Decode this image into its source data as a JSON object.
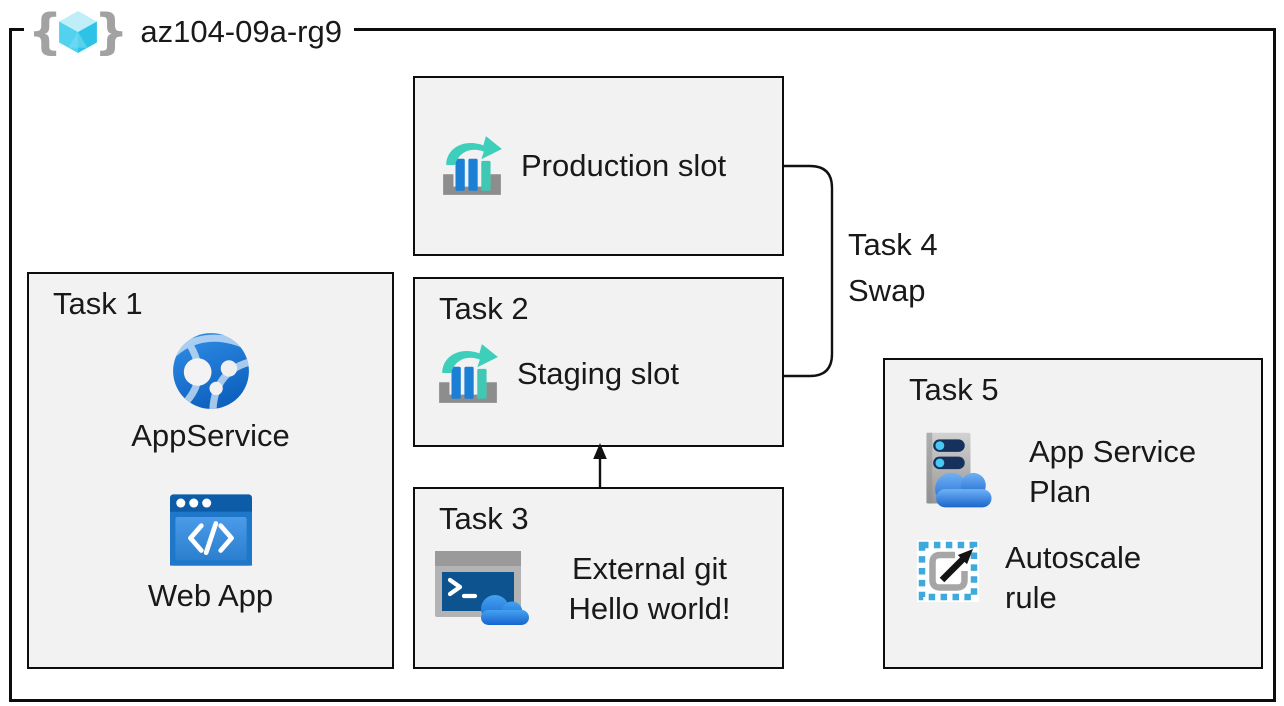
{
  "frame": {
    "title": "az104-09a-rg9"
  },
  "production_slot": {
    "label": "Production slot"
  },
  "task1": {
    "title": "Task 1",
    "app_service": "AppService",
    "web_app": "Web App"
  },
  "task2": {
    "title": "Task 2",
    "label": "Staging slot"
  },
  "task3": {
    "title": "Task 3",
    "line1": "External git",
    "line2": "Hello world!"
  },
  "task4": {
    "title": "Task 4",
    "action": "Swap"
  },
  "task5": {
    "title": "Task 5",
    "plan": "App Service Plan",
    "autoscale": "Autoscale rule"
  },
  "icons": {
    "resource_group": "resource-group-braces-cube",
    "deployment_slot": "bar-chart-with-swap-arrow",
    "app_service": "blue-globe-network",
    "web_app": "browser-window-code",
    "external_git": "terminal-with-cloud",
    "app_service_plan": "server-with-cloud",
    "autoscale_rule": "dashed-box-expand-arrow"
  },
  "colors": {
    "box_fill": "#f2f2f2",
    "border": "#0d0d0d",
    "azure_blue": "#1b7fd6",
    "teal": "#3ecfba",
    "cube_cyan": "#45ccec",
    "gray_icon": "#8d8d8d"
  }
}
